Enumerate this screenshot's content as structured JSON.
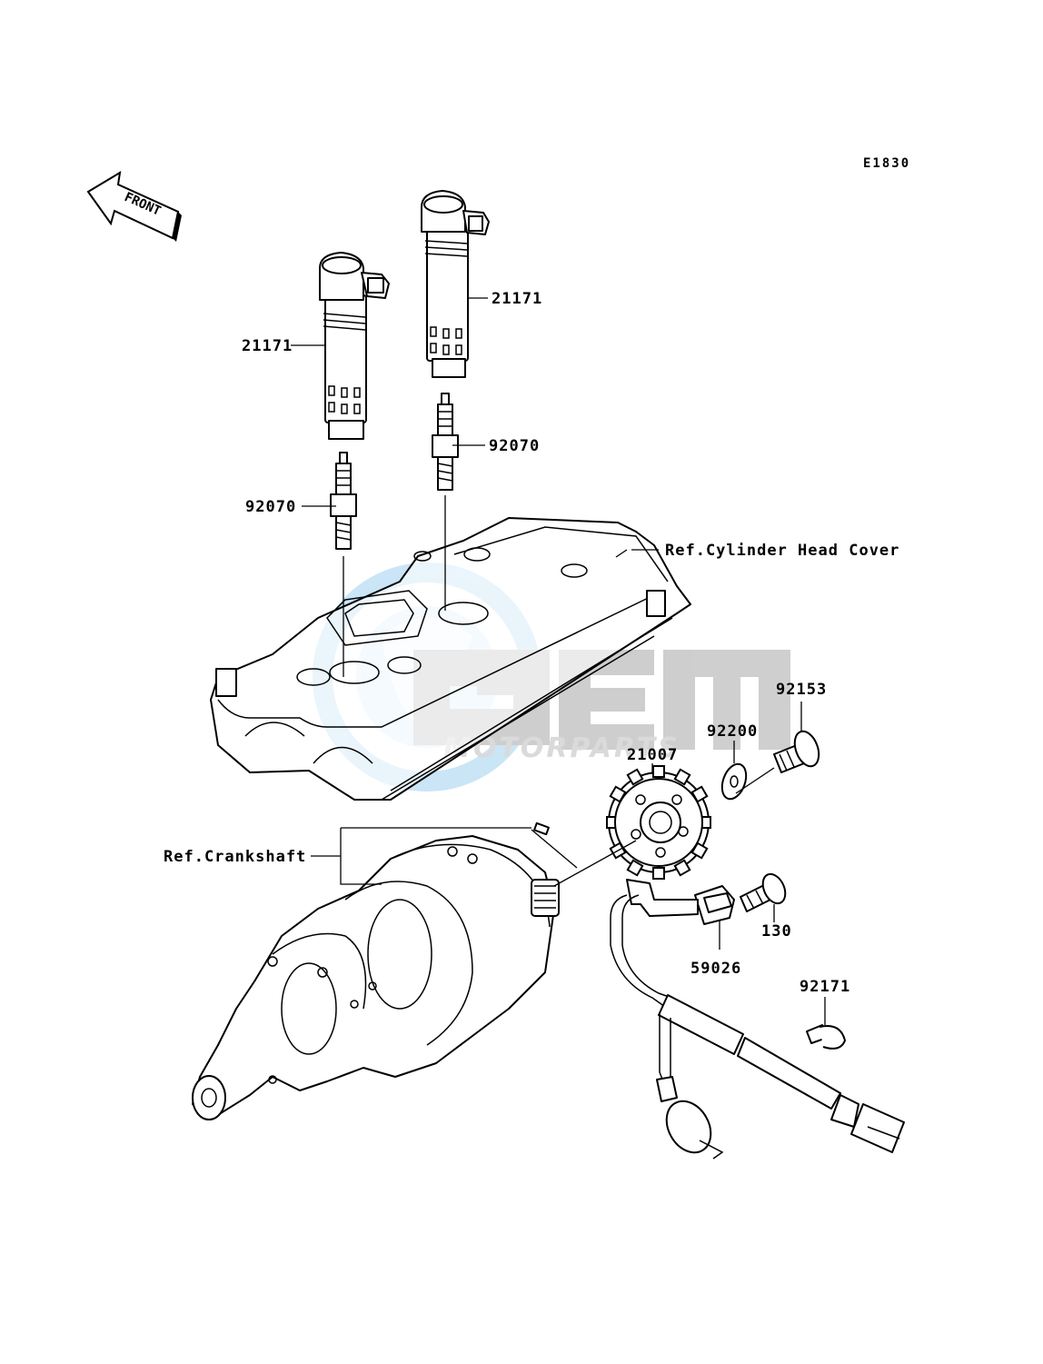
{
  "diagram": {
    "code": "E1830",
    "front_label": "FRONT",
    "accent_color": "#2a8fd6",
    "watermark": {
      "brand": "GEM",
      "sub": "MOTORPARTS"
    },
    "callouts": {
      "coil_left": "21171",
      "coil_right": "21171",
      "plug_left": "92070",
      "plug_right": "92070",
      "head_cover": "Ref.Cylinder Head Cover",
      "crankshaft": "Ref.Crankshaft",
      "rotor": "21007",
      "washer": "92200",
      "bolt_rotor": "92153",
      "bolt_sensor": "130",
      "sensor": "59026",
      "clamp": "92171"
    }
  }
}
